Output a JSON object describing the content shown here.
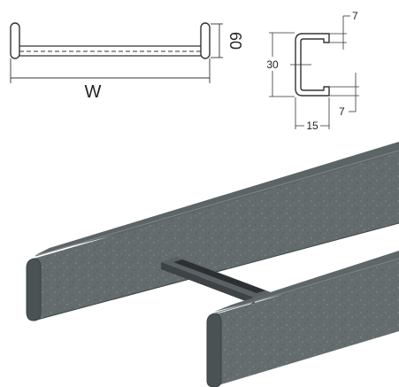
{
  "ladder_dims": {
    "width_symbol": "W",
    "height_value": "60"
  },
  "profile_dims": {
    "lip_top": "7",
    "height": "30",
    "lip_bottom": "7",
    "width": "15"
  },
  "colors": {
    "steel_face": "#60686a",
    "steel_top": "#5a6264",
    "steel_end": "#4a5153",
    "steel_edge": "#3c4244",
    "rung": "#45494b",
    "line": "#333333"
  }
}
